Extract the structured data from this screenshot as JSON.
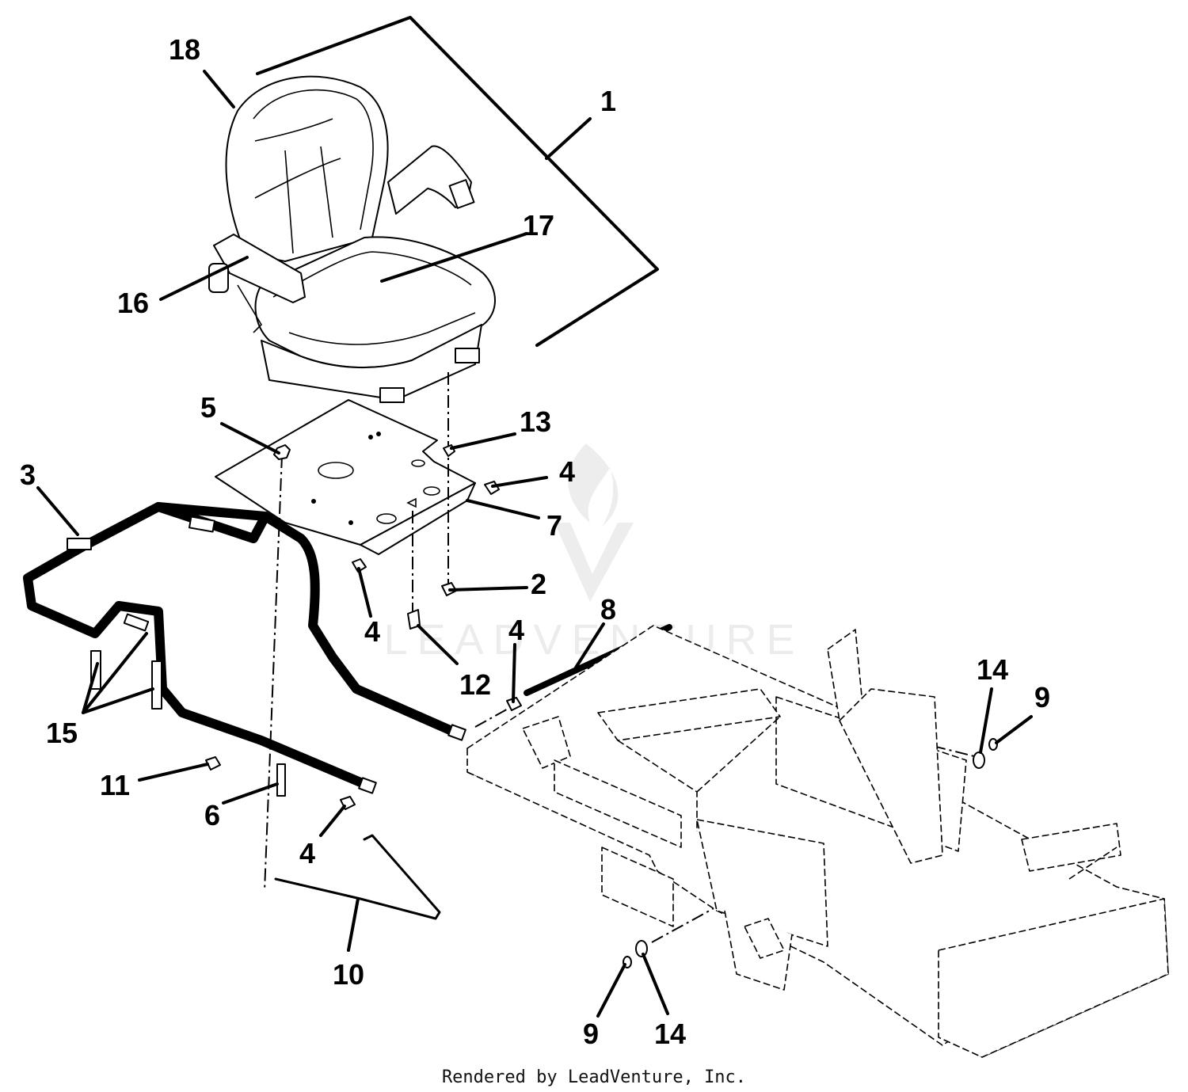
{
  "diagram": {
    "callouts": {
      "c1": "1",
      "c2": "2",
      "c3": "3",
      "c4a": "4",
      "c4b": "4",
      "c4c": "4",
      "c4d": "4",
      "c5": "5",
      "c6": "6",
      "c7": "7",
      "c8": "8",
      "c9a": "9",
      "c9b": "9",
      "c10": "10",
      "c11": "11",
      "c12": "12",
      "c13": "13",
      "c14a": "14",
      "c14b": "14",
      "c15": "15",
      "c16": "16",
      "c17": "17",
      "c18": "18"
    },
    "watermark": "LEADVENTURE",
    "footer": "Rendered by LeadVenture, Inc."
  }
}
